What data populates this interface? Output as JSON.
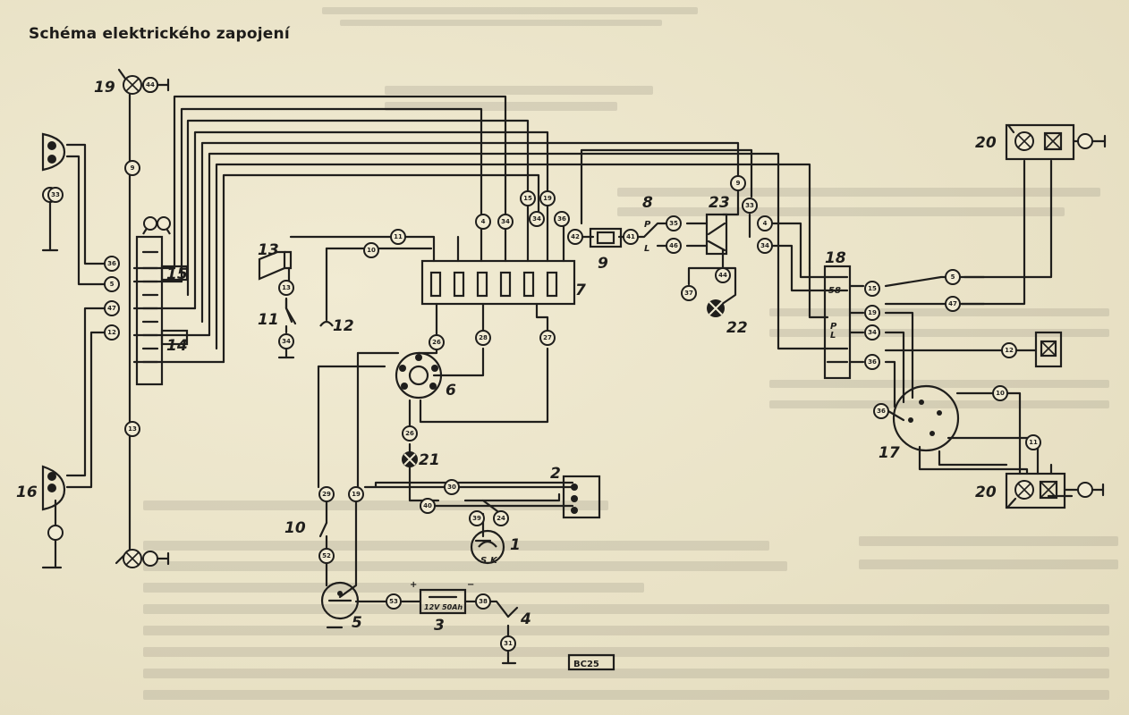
{
  "title": "Schéma elektrického zapojení",
  "colors": {
    "paper": "#ece6cc",
    "ink": "#1f1e1c"
  },
  "component_labels": [
    {
      "id": "c1",
      "text": "1"
    },
    {
      "id": "c2",
      "text": "2"
    },
    {
      "id": "c3",
      "text": "3"
    },
    {
      "id": "c4",
      "text": "4"
    },
    {
      "id": "c5",
      "text": "5"
    },
    {
      "id": "c6",
      "text": "6"
    },
    {
      "id": "c7",
      "text": "7"
    },
    {
      "id": "c8",
      "text": "8"
    },
    {
      "id": "c9",
      "text": "9"
    },
    {
      "id": "c10",
      "text": "10"
    },
    {
      "id": "c11",
      "text": "11"
    },
    {
      "id": "c12",
      "text": "12"
    },
    {
      "id": "c13",
      "text": "13"
    },
    {
      "id": "c14",
      "text": "14"
    },
    {
      "id": "c15",
      "text": "15"
    },
    {
      "id": "c16",
      "text": "16"
    },
    {
      "id": "c17",
      "text": "17"
    },
    {
      "id": "c18",
      "text": "18"
    },
    {
      "id": "c19",
      "text": "19"
    },
    {
      "id": "c20a",
      "text": "20"
    },
    {
      "id": "c20b",
      "text": "20"
    },
    {
      "id": "c21",
      "text": "21"
    },
    {
      "id": "c22",
      "text": "22"
    },
    {
      "id": "c23",
      "text": "23"
    }
  ],
  "terminal_labels": {
    "p": "P",
    "l": "L",
    "s": "S",
    "k": "K",
    "plus": "+",
    "minus": "−",
    "battery": "12V 50Ah",
    "fuse": "BC25",
    "tnb": "58"
  },
  "wire_numbers": [
    "44",
    "9",
    "33",
    "4",
    "34",
    "15",
    "19",
    "34",
    "36",
    "36",
    "5",
    "47",
    "12",
    "10",
    "11",
    "13",
    "34",
    "26",
    "28",
    "27",
    "26",
    "30",
    "40",
    "39",
    "24",
    "29",
    "19",
    "52",
    "53",
    "38",
    "31",
    "42",
    "41",
    "35",
    "46",
    "37"
  ]
}
